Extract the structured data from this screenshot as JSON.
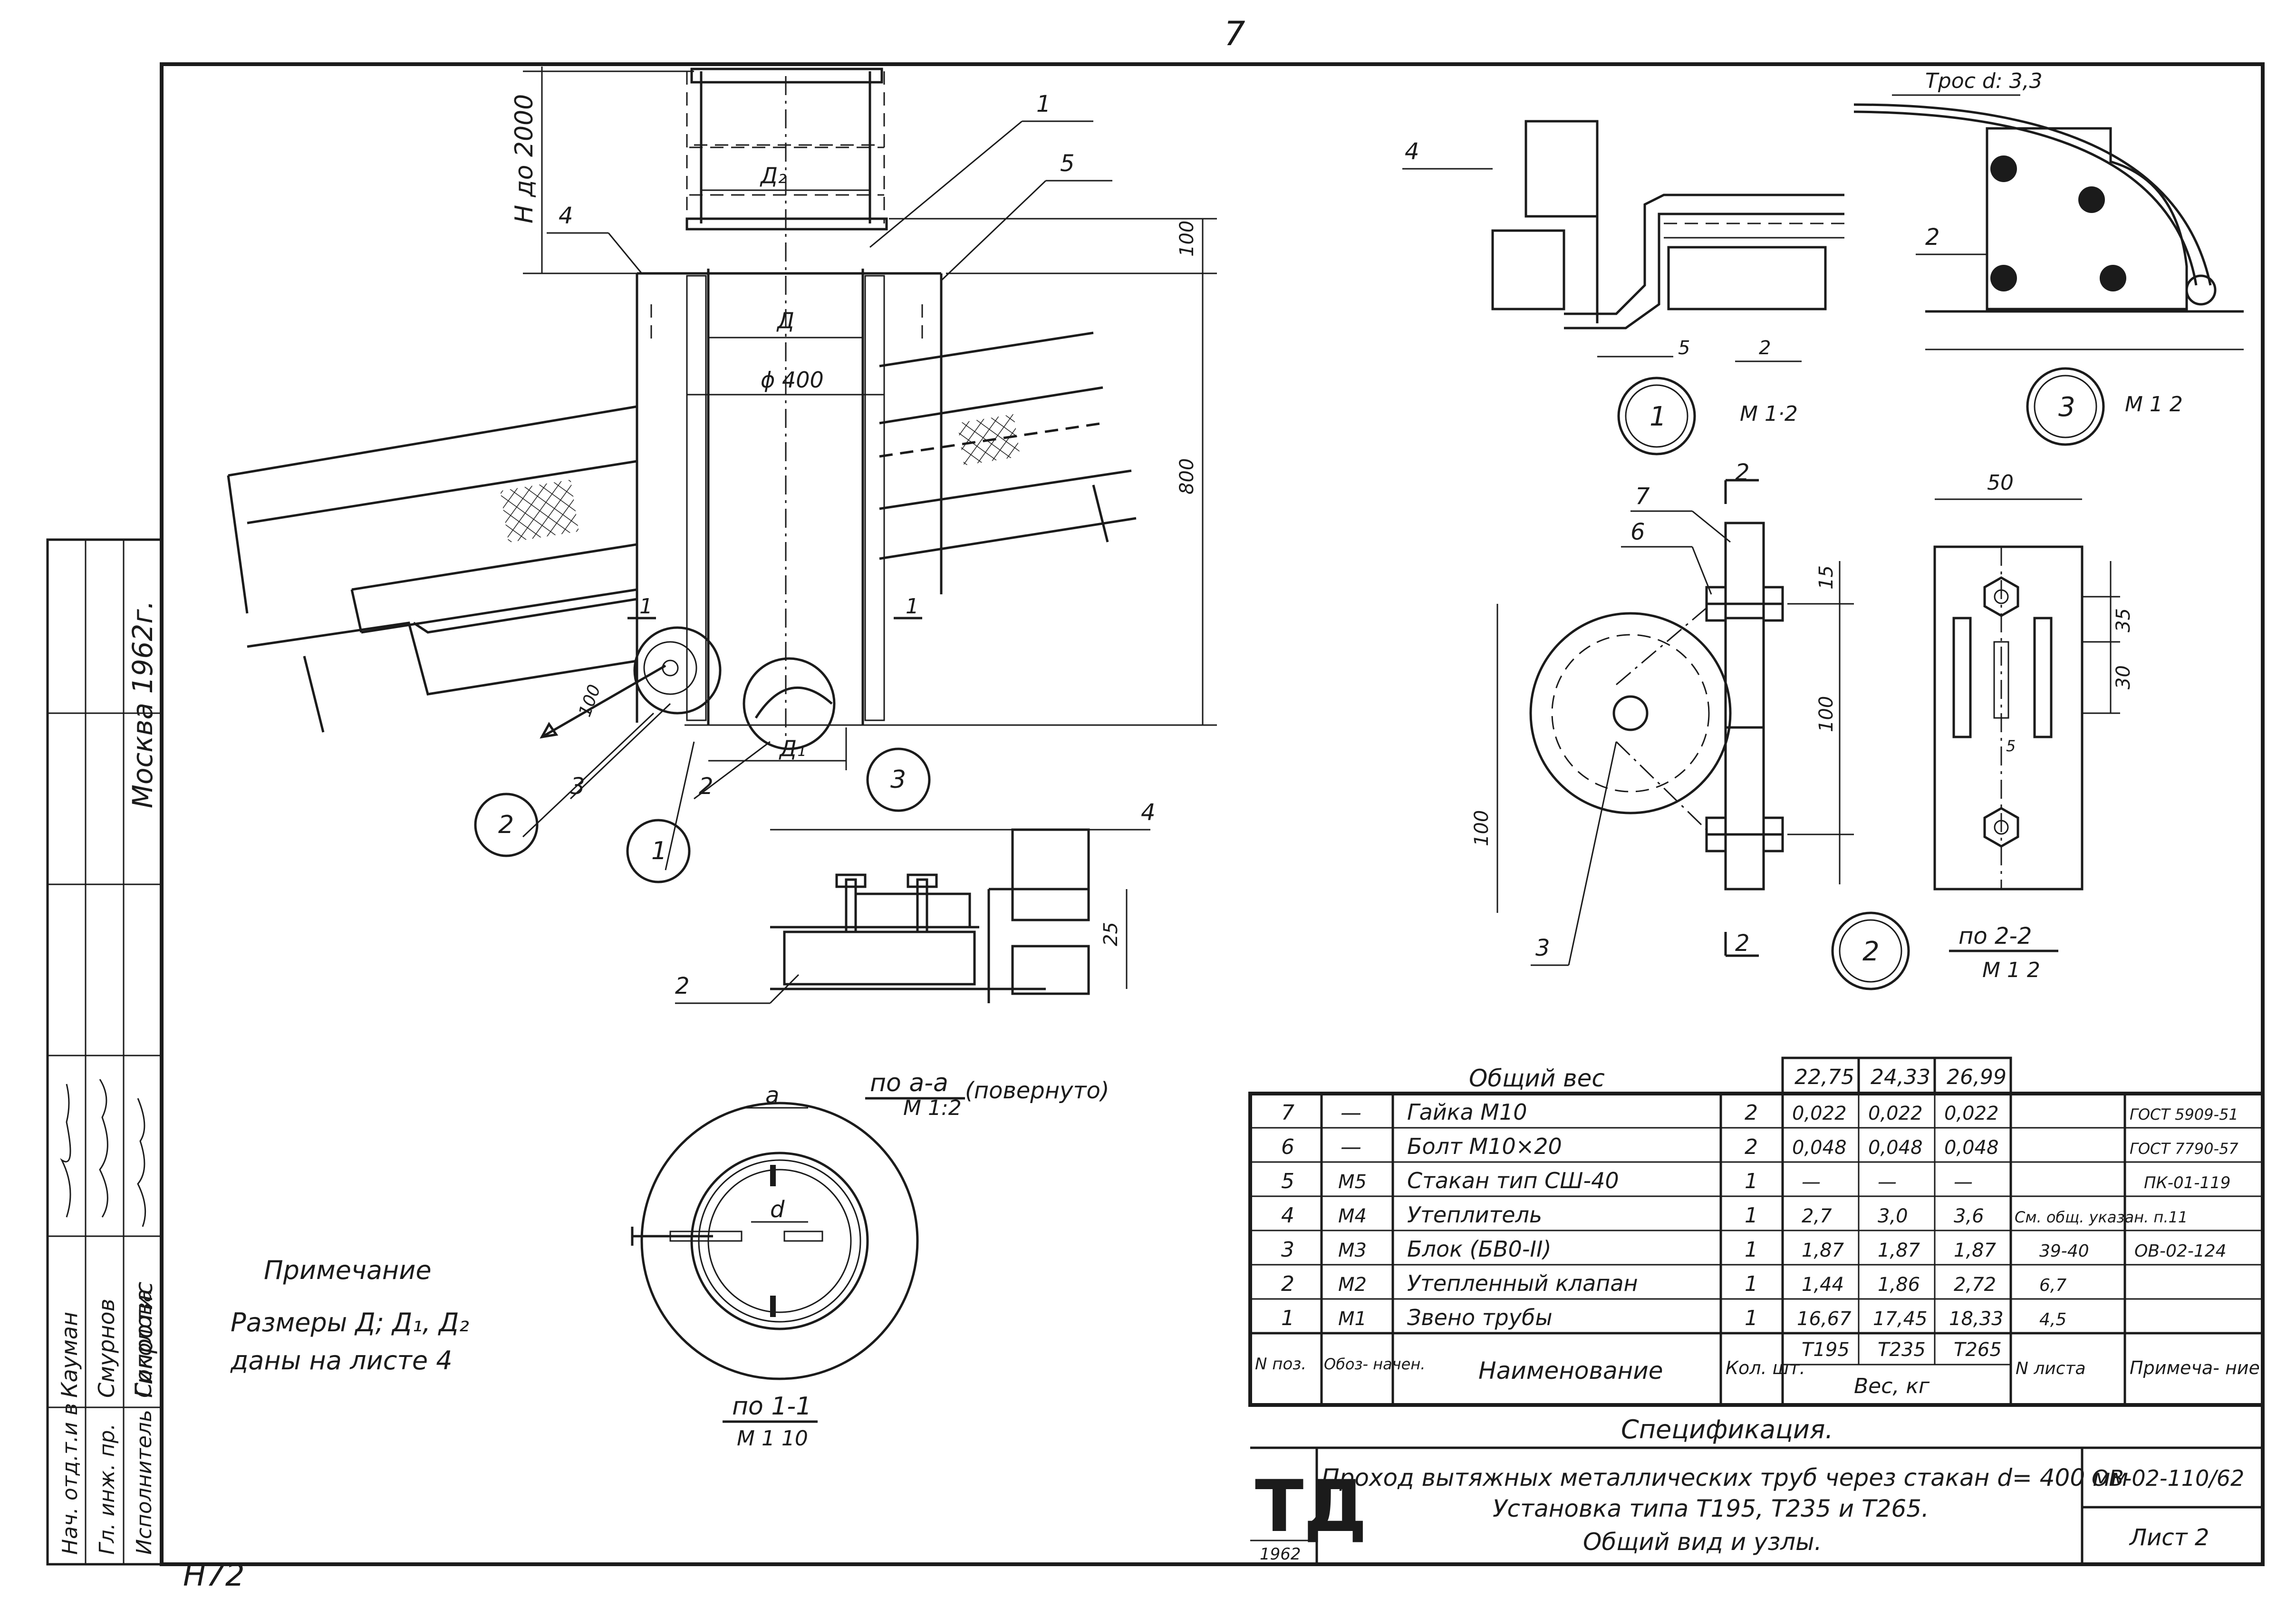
{
  "sheet": {
    "page_number": "7",
    "bottom_mark": "Н72"
  },
  "title_block": {
    "logo": "ТД",
    "year_box": "1962",
    "title_line1": "Проход вытяжных металлических труб через стакан d= 400 мм",
    "title_line2": "Установка  типа Т195, Т235 и Т265.",
    "title_line3": "Общий вид и узлы.",
    "doc_code": "ОВ-02-110/62",
    "sheet_label": "Лист 2"
  },
  "side_stamp": {
    "city_year": "Москва 1962г.",
    "roles": [
      "Нач. отд.т.и в",
      "Гл. инж. пр.",
      "Исполнитель",
      "Гипротис"
    ],
    "names": [
      "Кауман",
      "Смурнов",
      "Соколова"
    ]
  },
  "note": {
    "heading": "Примечание",
    "line1": "Размеры Д; Д₁, Д₂",
    "line2": "даны на листе  4"
  },
  "spec": {
    "total_label": "Общий  вес",
    "totals": [
      "22,75",
      "24,33",
      "26,99"
    ],
    "header": {
      "pos": "N поз.",
      "mark": "Обоз- начен.",
      "name": "Наименование",
      "qty": "Кол. шт.",
      "weight": "Вес, кг",
      "types": [
        "Т195",
        "Т235",
        "Т265"
      ],
      "sheet": "N листа",
      "remark": "Примеча- ние."
    },
    "caption": "Спецификация.",
    "rows": [
      {
        "pos": "7",
        "mark": "—",
        "name": "Гайка  М10",
        "qty": "2",
        "w1": "0,022",
        "w2": "0,022",
        "w3": "0,022",
        "sheet": "",
        "remark": "ГОСТ 5909-51"
      },
      {
        "pos": "6",
        "mark": "—",
        "name": "Болт  М10×20",
        "qty": "2",
        "w1": "0,048",
        "w2": "0,048",
        "w3": "0,048",
        "sheet": "",
        "remark": "ГОСТ 7790-57"
      },
      {
        "pos": "5",
        "mark": "М5",
        "name": "Стакан  тип СШ-40",
        "qty": "1",
        "w1": "—",
        "w2": "—",
        "w3": "—",
        "sheet": "",
        "remark": "ПК-01-119"
      },
      {
        "pos": "4",
        "mark": "М4",
        "name": "Утеплитель",
        "qty": "1",
        "w1": "2,7",
        "w2": "3,0",
        "w3": "3,6",
        "sheet": "См. общ. указан. п.11",
        "remark": ""
      },
      {
        "pos": "3",
        "mark": "М3",
        "name": "Блок (БВ0-II)",
        "qty": "1",
        "w1": "1,87",
        "w2": "1,87",
        "w3": "1,87",
        "sheet": "39-40",
        "remark": "ОВ-02-124"
      },
      {
        "pos": "2",
        "mark": "М2",
        "name": "Утепленный  клапан",
        "qty": "1",
        "w1": "1,44",
        "w2": "1,86",
        "w3": "2,72",
        "sheet": "6,7",
        "remark": ""
      },
      {
        "pos": "1",
        "mark": "М1",
        "name": "Звено  трубы",
        "qty": "1",
        "w1": "16,67",
        "w2": "17,45",
        "w3": "18,33",
        "sheet": "4,5",
        "remark": ""
      }
    ]
  },
  "drawing": {
    "labels": {
      "h_dim": "Н до 2000",
      "d2": "Д₂",
      "d": "Д",
      "d1": "Д₁",
      "phi": "ϕ 400",
      "dim_100": "100",
      "dim_800": "800",
      "sec_mark": "1",
      "leaders": [
        "1",
        "5",
        "4",
        "2",
        "3",
        "2",
        "4",
        "2",
        "3",
        "7",
        "6"
      ],
      "circles": [
        "2",
        "1",
        "3",
        "1",
        "3",
        "2"
      ],
      "scale_1": "М 1·2",
      "scale_3": "М 1 2",
      "rope": "Трос d: 3,3",
      "dim_5": "5",
      "dim_2": "2",
      "dim_25": "25",
      "dim_50": "50",
      "dim_35": "35",
      "dim_30": "30",
      "dim_15": "15",
      "dim_100b": "100",
      "dim_100c": "100",
      "dim_100d": "100",
      "cut_2": "2",
      "view_aa": "по а-а",
      "view_aa_scale": "М 1:2",
      "view_aa_note": "(повернуто)",
      "view_11": "по 1-1",
      "view_11_scale": "М 1 10",
      "view_22": "по 2-2",
      "view_22_scale": "М 1 2",
      "a_mark": "а",
      "d_mark": "d"
    }
  }
}
